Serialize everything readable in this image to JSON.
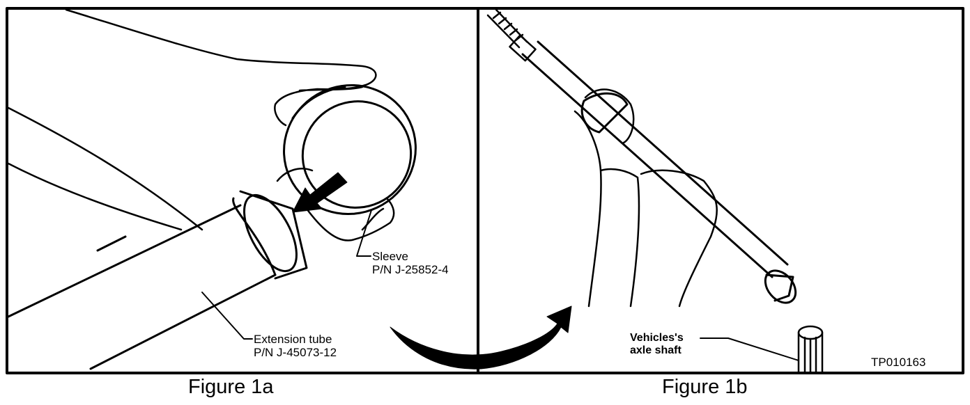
{
  "figure_a": {
    "caption": "Figure 1a",
    "sleeve_label": {
      "line1": "Sleeve",
      "line2": "P/N J-25852-4"
    },
    "extension_label": {
      "line1": "Extension tube",
      "line2": "P/N J-45073-12"
    }
  },
  "figure_b": {
    "caption": "Figure 1b",
    "axle_label": {
      "line1": "Vehicles's",
      "line2": "axle shaft"
    },
    "reference_code": "TP010163"
  }
}
